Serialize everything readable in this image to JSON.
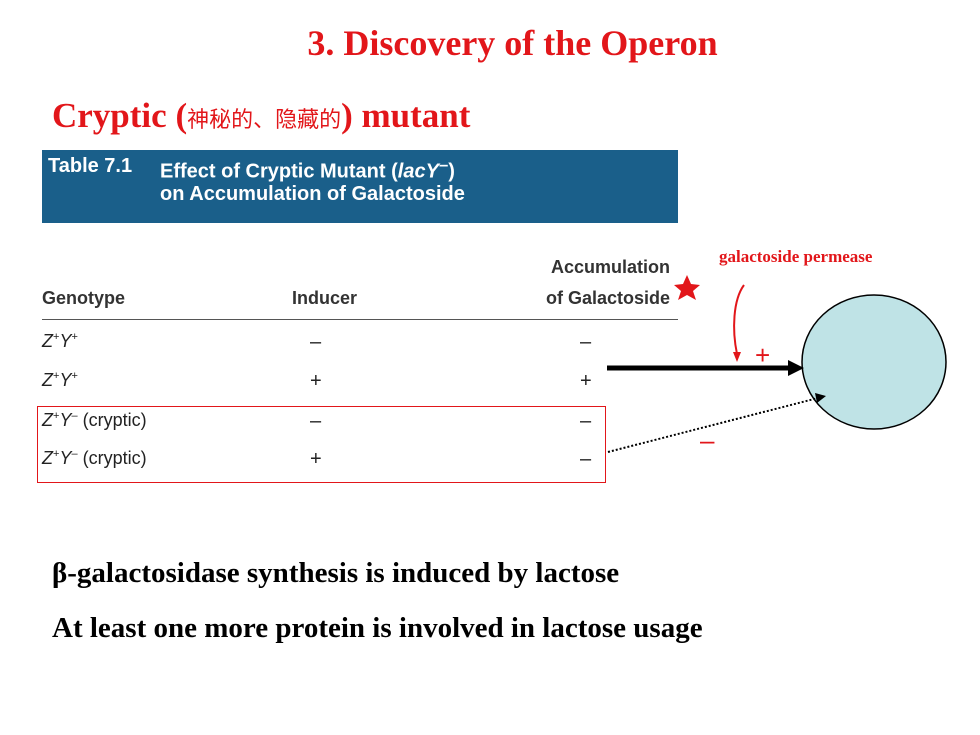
{
  "slide": {
    "title": "3. Discovery of the Operon",
    "subtitle_prefix": "Cryptic (",
    "subtitle_cjk": "神秘的、隐藏的",
    "subtitle_suffix": ") mutant"
  },
  "table": {
    "number": "Table 7.1",
    "title_line1": "Effect of Cryptic Mutant (",
    "title_gene": "lacY",
    "title_sup": "–",
    "title_close": ")",
    "title_line2": "on Accumulation of Galactoside",
    "columns": {
      "genotype": "Genotype",
      "inducer": "Inducer",
      "accum_line1": "Accumulation",
      "accum_line2": "of Galactoside"
    },
    "rows": [
      {
        "z": "Z",
        "z_sup": "+",
        "y": "Y",
        "y_sup": "+",
        "note": "",
        "inducer": "–",
        "accumulation": "–"
      },
      {
        "z": "Z",
        "z_sup": "+",
        "y": "Y",
        "y_sup": "+",
        "note": "",
        "inducer": "+",
        "accumulation": "+"
      },
      {
        "z": "Z",
        "z_sup": "+",
        "y": "Y",
        "y_sup": "–",
        "note": " (cryptic)",
        "inducer": "–",
        "accumulation": "–"
      },
      {
        "z": "Z",
        "z_sup": "+",
        "y": "Y",
        "y_sup": "–",
        "note": " (cryptic)",
        "inducer": "+",
        "accumulation": "–"
      }
    ]
  },
  "diagram": {
    "permease_label": "galactoside permease",
    "plus_label": "+",
    "minus_label": "–",
    "cell_color": "#bfe3e6"
  },
  "bottom": {
    "line1": "β-galactosidase synthesis is induced by lactose",
    "line2": "At least one more protein is involved in lactose usage"
  },
  "colors": {
    "accent": "#e2161a",
    "table_header": "#1a5f8a"
  }
}
